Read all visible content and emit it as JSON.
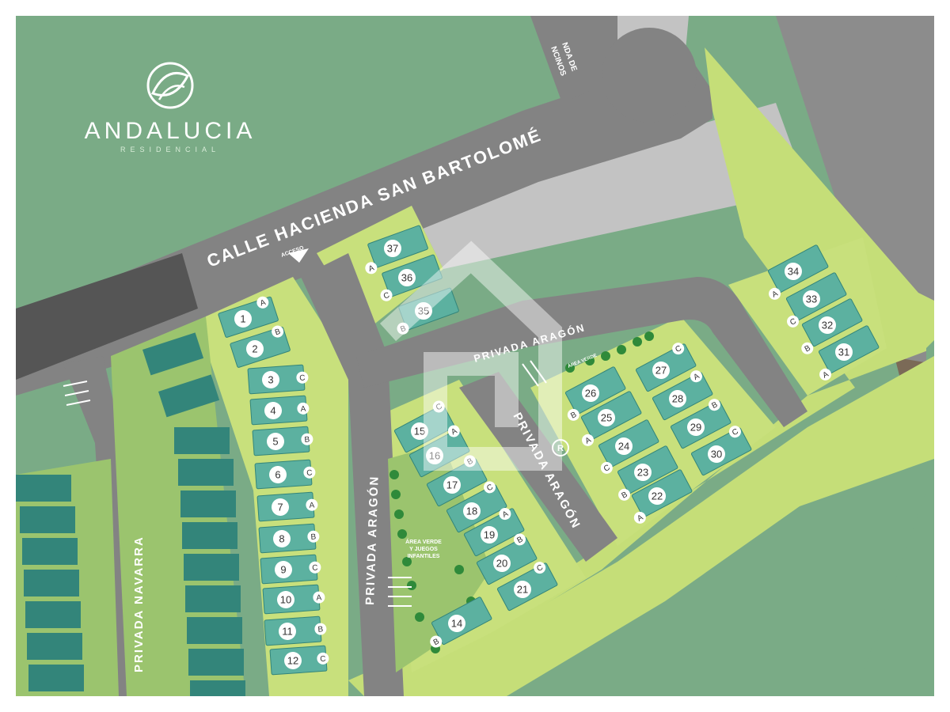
{
  "brand": {
    "name": "ANDALUCIA",
    "subtitle": "RESIDENCIAL",
    "logo_icon": "leaf-emblem-icon"
  },
  "streets": {
    "main": "CALLE HACIENDA SAN BARTOLOMÉ",
    "top_fragment_1": "NDA DE",
    "top_fragment_2": "NCINOS",
    "aragon_vertical": "PRIVADA ARAGÓN",
    "aragon_top": "PRIVADA ARAGÓN",
    "aragon_diagonal": "PRIVADA ARAGÓN",
    "navarra": "PRIVADA NAVARRA"
  },
  "labels": {
    "access": "ACCESO",
    "green_area_small": "ÁREA VERDE",
    "park_line1": "ÁREA VERDE",
    "park_line2": "Y JUEGOS",
    "park_line3": "INFANTILES",
    "round_marker": "R"
  },
  "colors": {
    "outer_green": "#7aab86",
    "road": "#838383",
    "lot_green": "#c8e07c",
    "house": "#5cb1a0",
    "house_dark": "#33857a",
    "lot_badge": "#ffffff",
    "watermark": "#ffffff"
  },
  "watermark_icon": "house-watermark-icon",
  "lots": [
    {
      "num": "1",
      "type": "A"
    },
    {
      "num": "2",
      "type": "B"
    },
    {
      "num": "3",
      "type": "C"
    },
    {
      "num": "4",
      "type": "A"
    },
    {
      "num": "5",
      "type": "B"
    },
    {
      "num": "6",
      "type": "C"
    },
    {
      "num": "7",
      "type": "A"
    },
    {
      "num": "8",
      "type": "B"
    },
    {
      "num": "9",
      "type": "C"
    },
    {
      "num": "10",
      "type": "A"
    },
    {
      "num": "11",
      "type": "B"
    },
    {
      "num": "12",
      "type": "C"
    },
    {
      "num": "14",
      "type": "B"
    },
    {
      "num": "15",
      "type": "C"
    },
    {
      "num": "16",
      "type": "A"
    },
    {
      "num": "17",
      "type": "B"
    },
    {
      "num": "18",
      "type": "C"
    },
    {
      "num": "19",
      "type": "A"
    },
    {
      "num": "20",
      "type": "B"
    },
    {
      "num": "21",
      "type": "C"
    },
    {
      "num": "22",
      "type": "A"
    },
    {
      "num": "23",
      "type": "B"
    },
    {
      "num": "24",
      "type": "C"
    },
    {
      "num": "25",
      "type": "A"
    },
    {
      "num": "26",
      "type": "B"
    },
    {
      "num": "27",
      "type": "C"
    },
    {
      "num": "28",
      "type": "A"
    },
    {
      "num": "29",
      "type": "B"
    },
    {
      "num": "30",
      "type": "C"
    },
    {
      "num": "31",
      "type": "A"
    },
    {
      "num": "32",
      "type": "B"
    },
    {
      "num": "33",
      "type": "C"
    },
    {
      "num": "34",
      "type": "A"
    },
    {
      "num": "35",
      "type": "B"
    },
    {
      "num": "36",
      "type": "C"
    },
    {
      "num": "37",
      "type": "A"
    }
  ]
}
